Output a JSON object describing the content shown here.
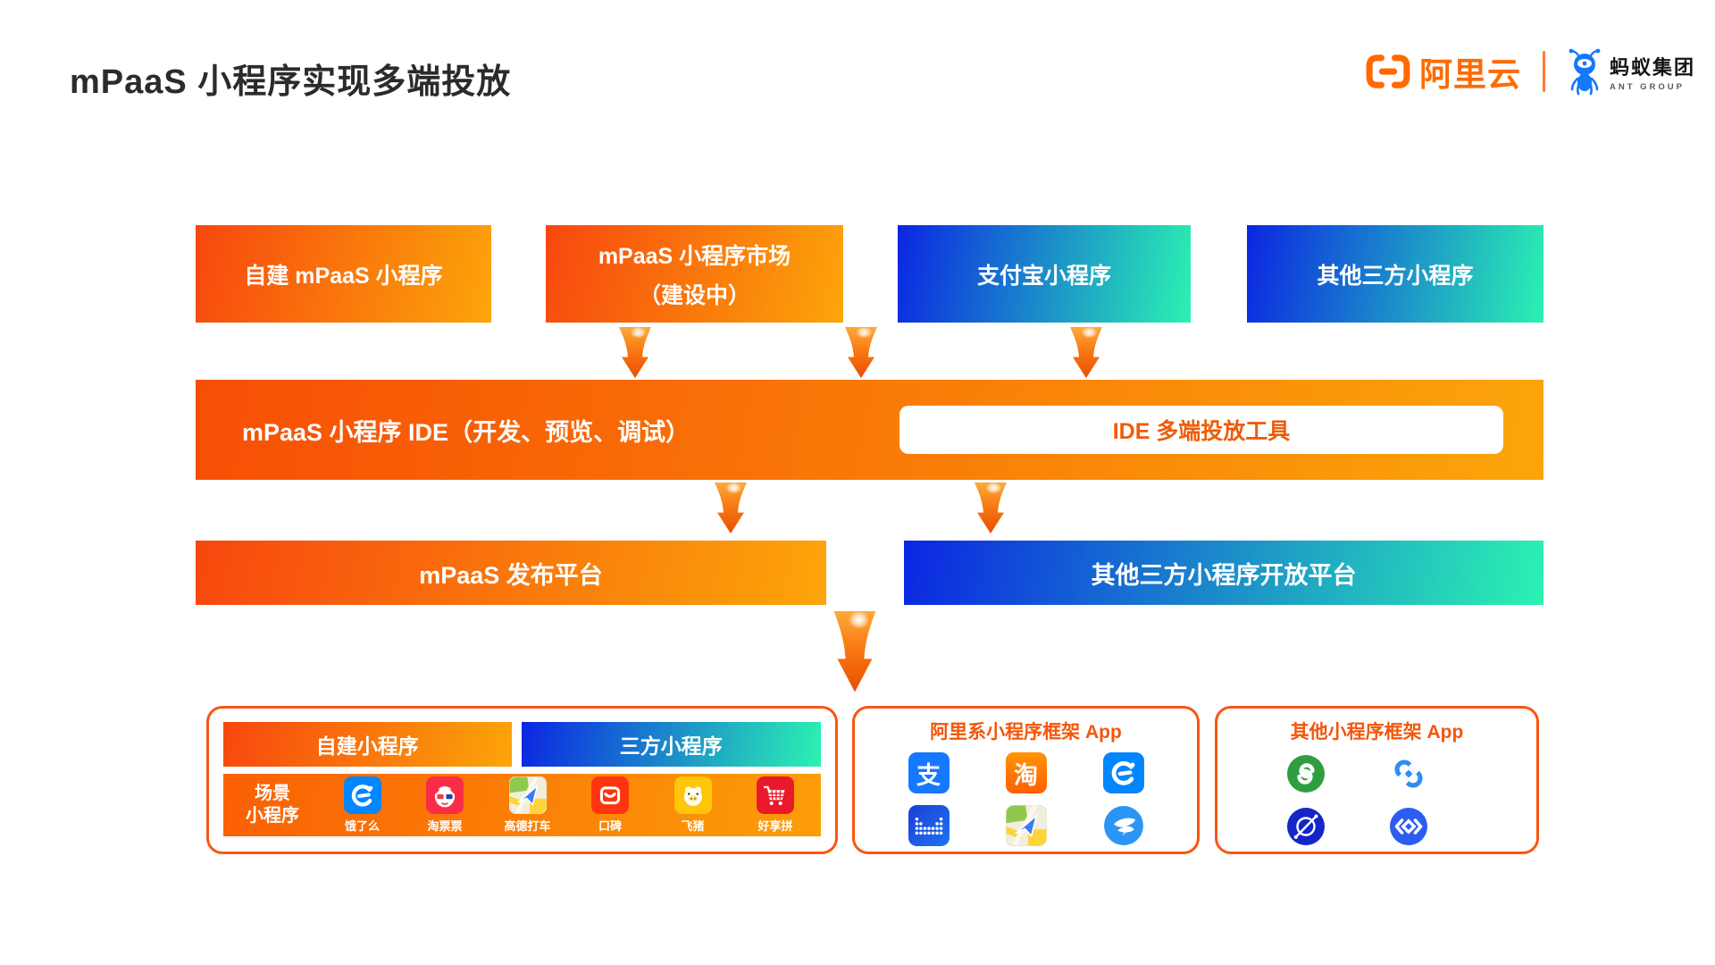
{
  "page": {
    "title": "mPaaS 小程序实现多端投放"
  },
  "brand": {
    "aliyun_name": "阿里云",
    "ant_cn": "蚂蚁集团",
    "ant_en": "ANT GROUP"
  },
  "flow": {
    "row1": [
      {
        "label": "自建 mPaaS 小程序"
      },
      {
        "label": "mPaaS 小程序市场",
        "sublabel": "（建设中）"
      },
      {
        "label": "支付宝小程序"
      },
      {
        "label": "其他三方小程序"
      }
    ],
    "ide": {
      "label": "mPaaS 小程序 IDE（开发、预览、调试）",
      "tool": "IDE 多端投放工具"
    },
    "row3": [
      {
        "label": "mPaaS 发布平台"
      },
      {
        "label": "其他三方小程序开放平台"
      }
    ]
  },
  "panels": {
    "scene": {
      "bars": [
        {
          "label": "自建小程序"
        },
        {
          "label": "三方小程序"
        }
      ],
      "row_label": [
        "场景",
        "小程序"
      ],
      "apps": [
        {
          "label": "饿了么",
          "icon": "eleme-icon"
        },
        {
          "label": "淘票票",
          "icon": "taopiaopiao-icon"
        },
        {
          "label": "高德打车",
          "icon": "amap-taxi-icon"
        },
        {
          "label": "口碑",
          "icon": "koubei-icon"
        },
        {
          "label": "飞猪",
          "icon": "fliggy-icon"
        },
        {
          "label": "好享拼",
          "icon": "haoxiangpin-icon"
        }
      ]
    },
    "ali_apps": {
      "title": "阿里系小程序框架 App",
      "apps": [
        {
          "icon": "alipay-icon",
          "glyph": "支"
        },
        {
          "icon": "taobao-icon",
          "glyph": "淘"
        },
        {
          "icon": "eleme-icon"
        },
        {
          "icon": "mybank-icon"
        },
        {
          "icon": "amap-icon"
        },
        {
          "icon": "dingtalk-icon"
        }
      ]
    },
    "other_apps": {
      "title": "其他小程序框架 App",
      "apps": [
        {
          "icon": "wechat-miniprogram-icon"
        },
        {
          "icon": "chain-link-icon"
        },
        {
          "icon": "planet-orbit-icon"
        },
        {
          "icon": "quickapp-icon"
        }
      ]
    }
  },
  "colors": {
    "orange_gradient_start": "#f7470e",
    "orange_gradient_end": "#fca50a",
    "blue_gradient_start": "#0b26e2",
    "blue_gradient_end": "#2bf2b2",
    "panel_border": "#fa5511",
    "accent_text": "#f4560a",
    "aliyun_orange": "#ff6a00",
    "ant_blue": "#1677ff"
  }
}
